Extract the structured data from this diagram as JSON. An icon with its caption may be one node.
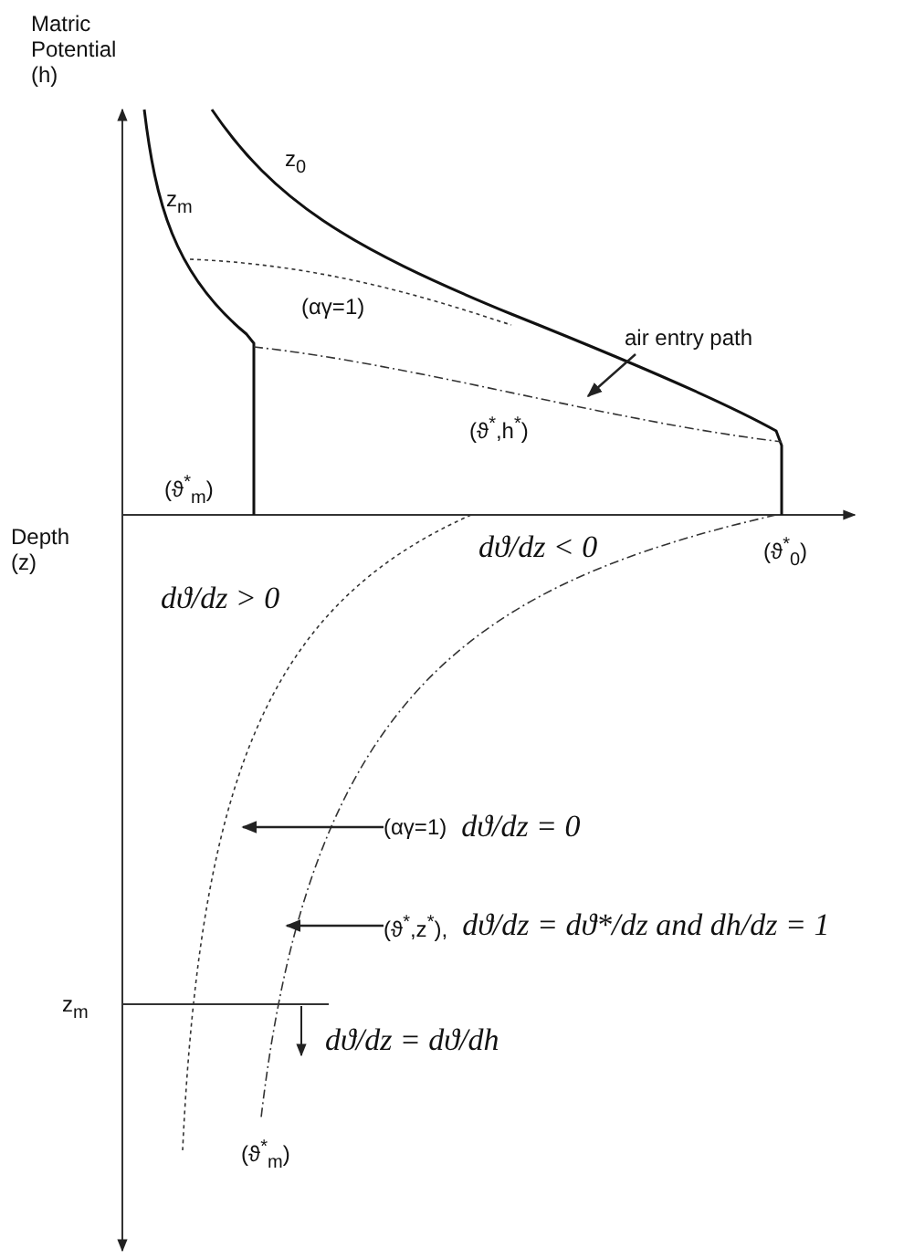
{
  "diagram": {
    "nodes": [
      {
        "text": [
          "air entry path"
        ]
      },
      {
        "text": [
          "(αγ=1)",
          "dϑ/dz = 0"
        ]
      },
      {
        "text": [
          "(ϑ$^{*}$,z$^{*}$),",
          "dϑ/dz = dϑ*/dz and dh/dz = 1"
        ]
      }
    ],
    "edges": [
      {
        "from": 0,
        "to": null,
        "arrow": "to"
      },
      {
        "from": 1,
        "to": null,
        "arrow": "to"
      },
      {
        "from": 2,
        "to": null,
        "arrow": "to"
      }
    ],
    "labels": [
      "Matric Potential (h)",
      "z$_{0}$",
      "z$_{m}$",
      "(αγ=1)",
      "(ϑ$^{*}$,h$^{*}$)",
      "(ϑ$^{*}$$_{m}$)",
      "Depth (z)",
      "dϑ/dz < 0",
      "(ϑ$^{*}$$_{0}$)",
      "dϑ/dz > 0",
      "z$_{m}$",
      "dϑ/dz = dϑ/dh",
      "(ϑ$^{*}$$_{m}$)"
    ]
  }
}
